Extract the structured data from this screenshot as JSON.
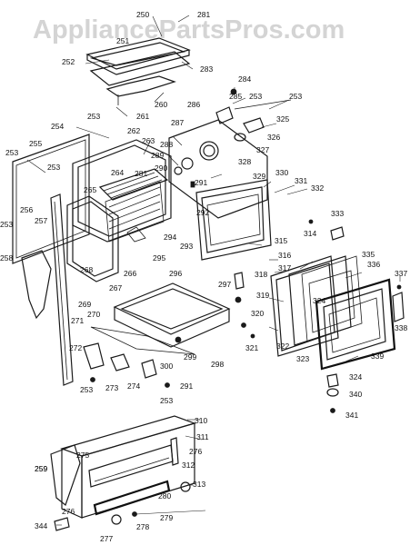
{
  "watermark": "AppliancePartsPros.com",
  "diagram": {
    "callouts": [
      "250",
      "281",
      "251",
      "252",
      "283",
      "284",
      "285",
      "253",
      "253",
      "260",
      "261",
      "253",
      "325",
      "286",
      "326",
      "287",
      "327",
      "262",
      "263",
      "288",
      "254",
      "289",
      "264",
      "328",
      "290",
      "281",
      "265",
      "291",
      "329",
      "330",
      "292",
      "331",
      "332",
      "253",
      "255",
      "253",
      "256",
      "257",
      "253",
      "258",
      "294",
      "293",
      "333",
      "314",
      "295",
      "268",
      "266",
      "267",
      "296",
      "315",
      "316",
      "317",
      "318",
      "297",
      "319",
      "335",
      "336",
      "269",
      "270",
      "324",
      "337",
      "320",
      "271",
      "272",
      "299",
      "298",
      "321",
      "322",
      "323",
      "338",
      "339",
      "300",
      "253",
      "273",
      "274",
      "291",
      "253",
      "324",
      "340",
      "341",
      "310",
      "311",
      "276",
      "275",
      "259",
      "312",
      "280",
      "313",
      "259",
      "276",
      "279",
      "278",
      "344",
      "277"
    ]
  }
}
